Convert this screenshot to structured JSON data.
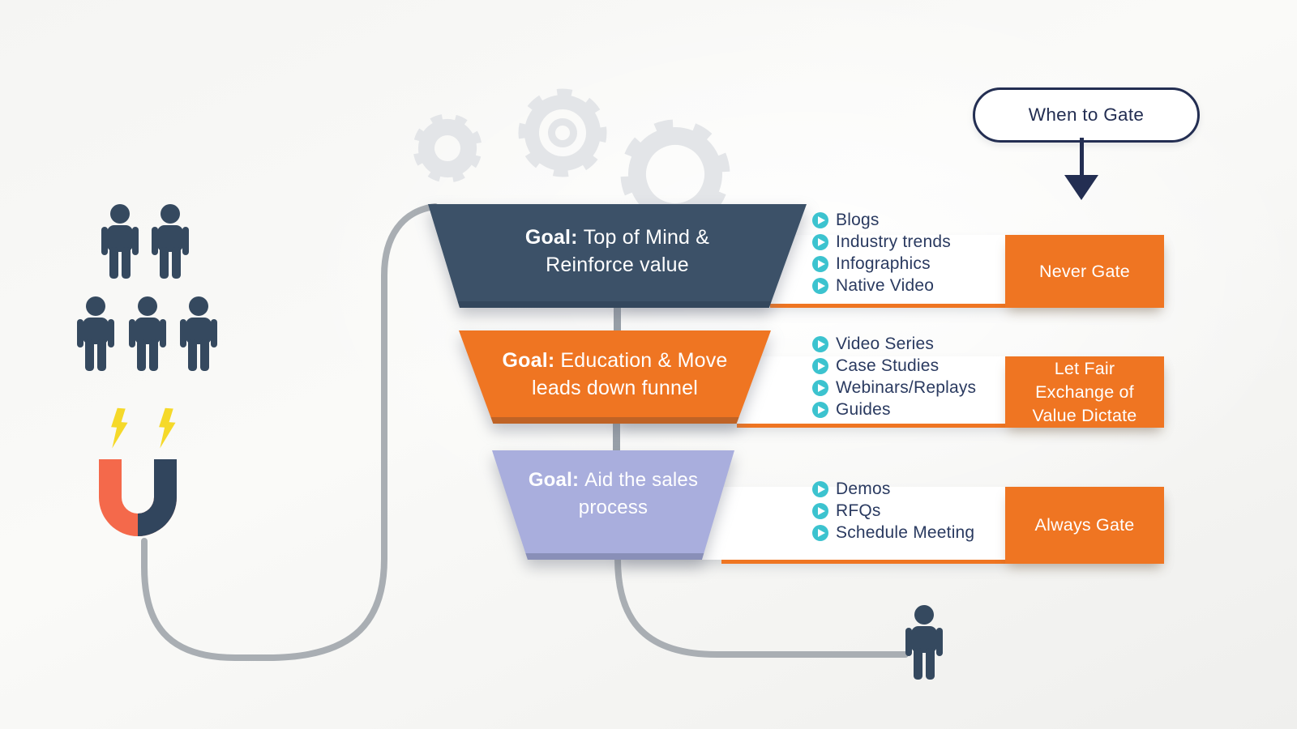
{
  "title_pill": {
    "label": "When to Gate"
  },
  "funnel": {
    "tiers": [
      {
        "goal_prefix": "Goal:",
        "goal_text": "Top of Mind & Reinforce value",
        "color": "#3c5168",
        "content_items": [
          "Blogs",
          "Industry trends",
          "Infographics",
          "Native Video"
        ],
        "gate_label": "Never Gate"
      },
      {
        "goal_prefix": "Goal:",
        "goal_text": "Education & Move leads down funnel",
        "color": "#ef7522",
        "content_items": [
          "Video Series",
          "Case Studies",
          "Webinars/Replays",
          "Guides"
        ],
        "gate_label": "Let Fair Exchange of Value Dictate"
      },
      {
        "goal_prefix": "Goal:",
        "goal_text": "Aid the sales process",
        "color": "#a9aedd",
        "content_items": [
          "Demos",
          "RFQs",
          "Schedule Meeting"
        ],
        "gate_label": "Always Gate"
      }
    ]
  },
  "colors": {
    "orange": "#ef7522",
    "navy_tier": "#3c5168",
    "lavender_tier": "#a9aedd",
    "teal_bullet": "#3cc3cf",
    "bullet_text_navy": "#2a3a60",
    "pill_navy": "#232e52",
    "flow_line_gray": "#a9aeb3",
    "gear_gray": "#e3e5e8",
    "bolt_yellow": "#f5d92a",
    "magnet_orange": "#f4694b",
    "magnet_navy": "#31455d",
    "person_navy": "#35495f"
  },
  "icons": {
    "bullet": "play-circle-icon",
    "audience": "people-group-icon",
    "attraction": "magnet-icon",
    "sparks": "lightning-icon",
    "lead": "person-icon",
    "decor": "gears-icon",
    "pointer": "arrow-down-icon"
  }
}
